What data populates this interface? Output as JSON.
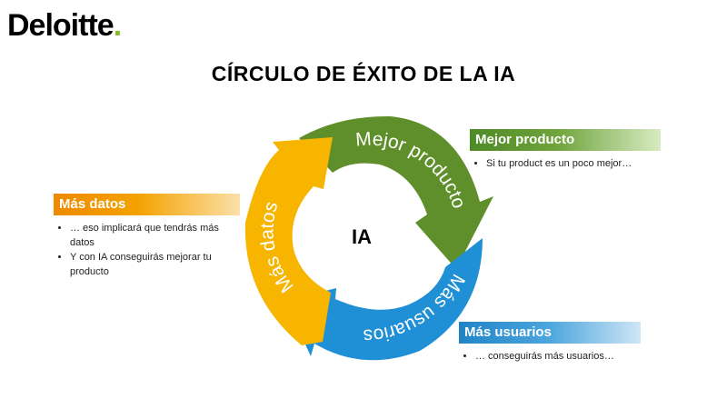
{
  "logo": {
    "text": "Deloitte",
    "dot": "."
  },
  "title": "CÍRCULO DE ÉXITO DE LA IA",
  "center_label": "IA",
  "cycle": {
    "segments": [
      {
        "label": "Mejor producto",
        "color": "#5f8f2a"
      },
      {
        "label": "Más usuarios",
        "color": "#1f8fd6"
      },
      {
        "label": "Más datos",
        "color": "#f7b500"
      }
    ]
  },
  "callouts": {
    "datos": {
      "heading": "Más datos",
      "bullets": [
        "… eso implicará que tendrás más datos",
        "Y con IA conseguirás mejorar tu producto"
      ]
    },
    "producto": {
      "heading": "Mejor producto",
      "bullets": [
        "Si tu product es un poco mejor…"
      ]
    },
    "usuarios": {
      "heading": "Más usuarios",
      "bullets": [
        "… conseguirás  más usuarios…"
      ]
    }
  }
}
